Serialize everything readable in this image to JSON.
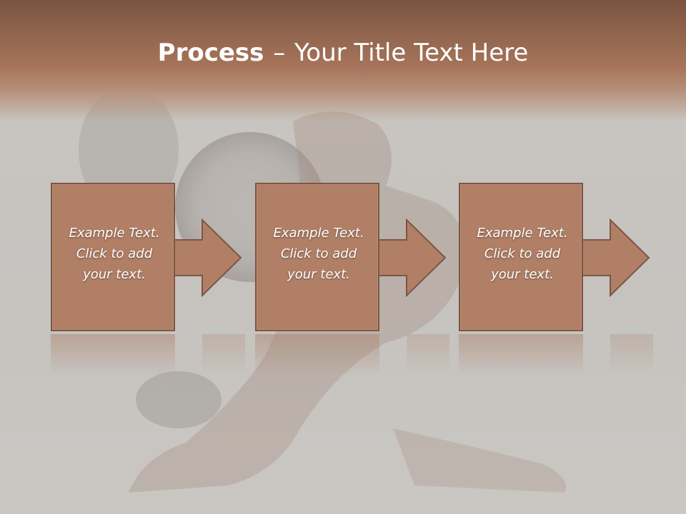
{
  "slide": {
    "title_bold": "Process",
    "title_separator": "–",
    "title_rest": "Your Title Text Here"
  },
  "steps": [
    {
      "line1": "Example Text.",
      "line2": "Click  to add",
      "line3": "your text."
    },
    {
      "line1": "Example Text.",
      "line2": "Click  to add",
      "line3": "your text."
    },
    {
      "line1": "Example Text.",
      "line2": "Click  to add",
      "line3": "your text."
    }
  ],
  "colors": {
    "header": "#8f634c",
    "box_fill": "#b07f66",
    "box_border": "#7c5644",
    "background": "#c8c5c1"
  }
}
